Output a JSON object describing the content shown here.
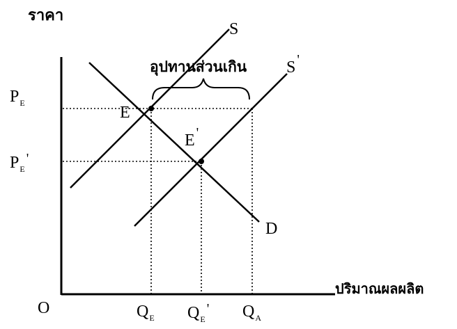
{
  "labels": {
    "price_axis": "ราคา",
    "quantity_axis": "ปริมาณผลผลิต",
    "origin": "O",
    "supply": "S",
    "supply_new": "S",
    "supply_new_prime": "'",
    "demand": "D",
    "equilibrium": "E",
    "equilibrium_new": "E",
    "equilibrium_new_prime": "'",
    "excess_supply": "อุปทานส่วนเกิน",
    "pe_main": "P",
    "pe_sub": "E",
    "pe2_main": "P",
    "pe2_sub": "E",
    "pe2_prime": "'",
    "qe_main": "Q",
    "qe_sub": "E",
    "qe2_main": "Q",
    "qe2_sub": "E",
    "qe2_prime": "'",
    "qa_main": "Q",
    "qa_sub": "A"
  },
  "colors": {
    "line": "#000000",
    "background": "#ffffff"
  }
}
